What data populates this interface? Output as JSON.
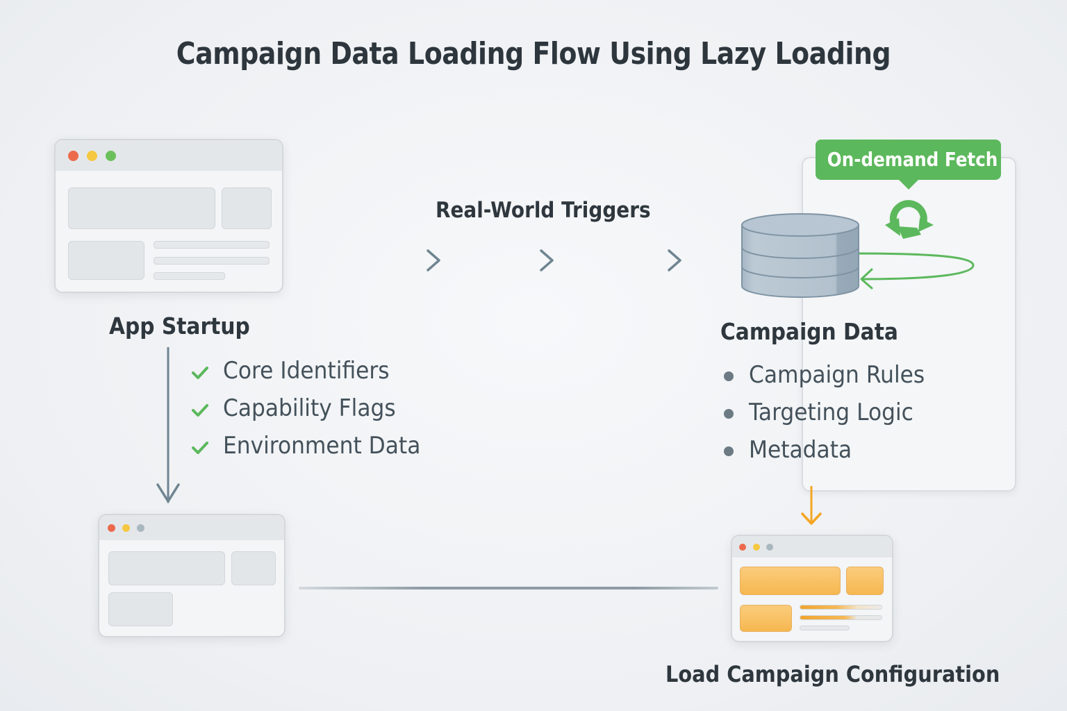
{
  "title": "Campaign Data Loading Flow Using Lazy Loading",
  "app_startup": {
    "label": "App Startup",
    "loaded_items": [
      {
        "icon": "check-icon",
        "label": "Core Identifiers"
      },
      {
        "icon": "check-icon",
        "label": "Capability Flags"
      },
      {
        "icon": "check-icon",
        "label": "Environment Data"
      }
    ]
  },
  "trigger_flow": {
    "label": "Real-World Triggers",
    "arrow_count": 3
  },
  "campaign_data": {
    "label": "Campaign Data",
    "icon": "database-icon",
    "items": [
      {
        "icon": "bullet-icon",
        "label": "Campaign Rules"
      },
      {
        "icon": "bullet-icon",
        "label": "Targeting Logic"
      },
      {
        "icon": "bullet-icon",
        "label": "Metadata"
      }
    ]
  },
  "on_demand": {
    "badge": "On-demand Fetch",
    "icon": "refresh-cycle-icon"
  },
  "load_config": {
    "label": "Load Campaign Configuration"
  },
  "colors": {
    "accent_green": "#5cb85c",
    "accent_orange": "#f5a623",
    "arrow_gray": "#6f8591",
    "db_blue_gray": "#a9b9c6",
    "dot_red": "#ec6a4c",
    "dot_yellow": "#f5c842",
    "dot_green": "#6cc05c",
    "dot_gray": "#a9b8bf"
  }
}
